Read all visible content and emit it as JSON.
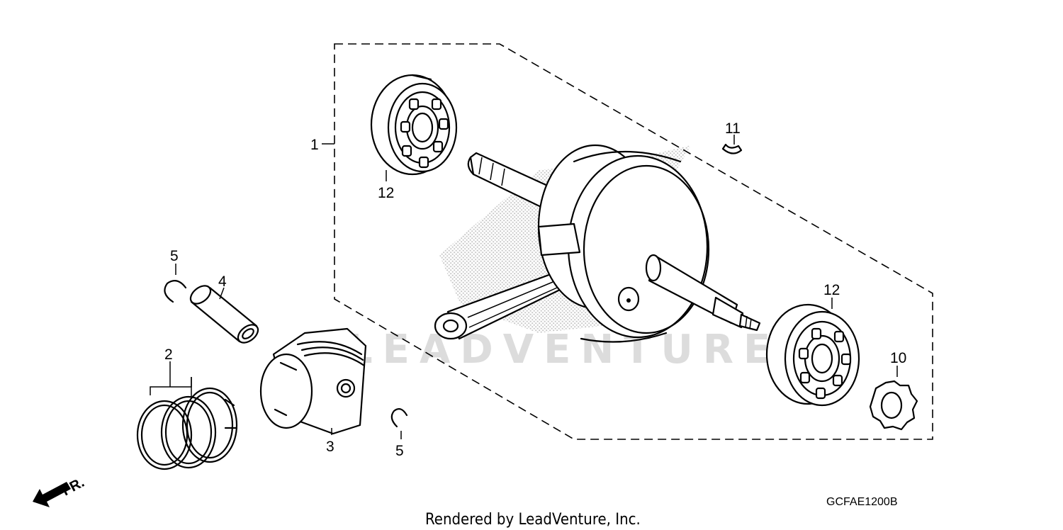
{
  "diagram": {
    "callouts": {
      "crankshaft_assy": "1",
      "piston_rings": "2",
      "piston": "3",
      "piston_pin": "4",
      "clip_upper": "5",
      "clip_lower": "5",
      "sprocket": "10",
      "woodruff_key": "11",
      "bearing_left": "12",
      "bearing_right": "12"
    },
    "direction_label": "FR.",
    "diagram_code": "GCFAE1200B",
    "watermark_text": "LEADVENTURE",
    "footer_credit": "Rendered by LeadVenture, Inc."
  },
  "colors": {
    "line": "#000000",
    "background": "#ffffff",
    "watermark": "#d9d9d9"
  }
}
